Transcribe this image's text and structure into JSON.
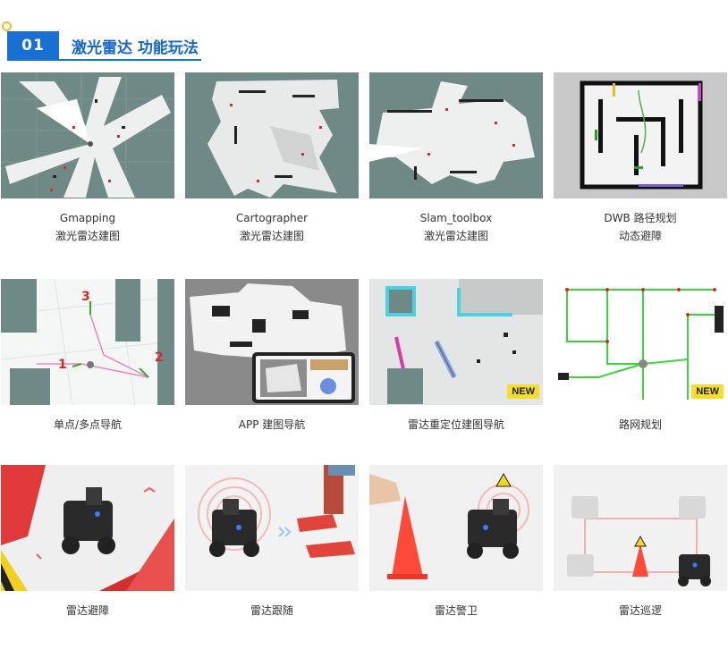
{
  "header": {
    "number": "01",
    "title": "激光雷达 功能玩法"
  },
  "cards": [
    {
      "title": "Gmapping",
      "subtitle": "激光雷达建图"
    },
    {
      "title": "Cartographer",
      "subtitle": "激光雷达建图"
    },
    {
      "title": "Slam_toolbox",
      "subtitle": "激光雷达建图"
    },
    {
      "title": "DWB 路径规划",
      "subtitle": "动态避障"
    },
    {
      "title": "单点/多点导航"
    },
    {
      "title": "APP 建图导航"
    },
    {
      "title": "雷达重定位建图导航",
      "badge": "NEW"
    },
    {
      "title": "路网规划",
      "badge": "NEW"
    },
    {
      "title": "雷达避障"
    },
    {
      "title": "雷达跟随"
    },
    {
      "title": "雷达警卫"
    },
    {
      "title": "雷达巡逻"
    }
  ],
  "nav_markers": [
    "1",
    "2",
    "3"
  ]
}
